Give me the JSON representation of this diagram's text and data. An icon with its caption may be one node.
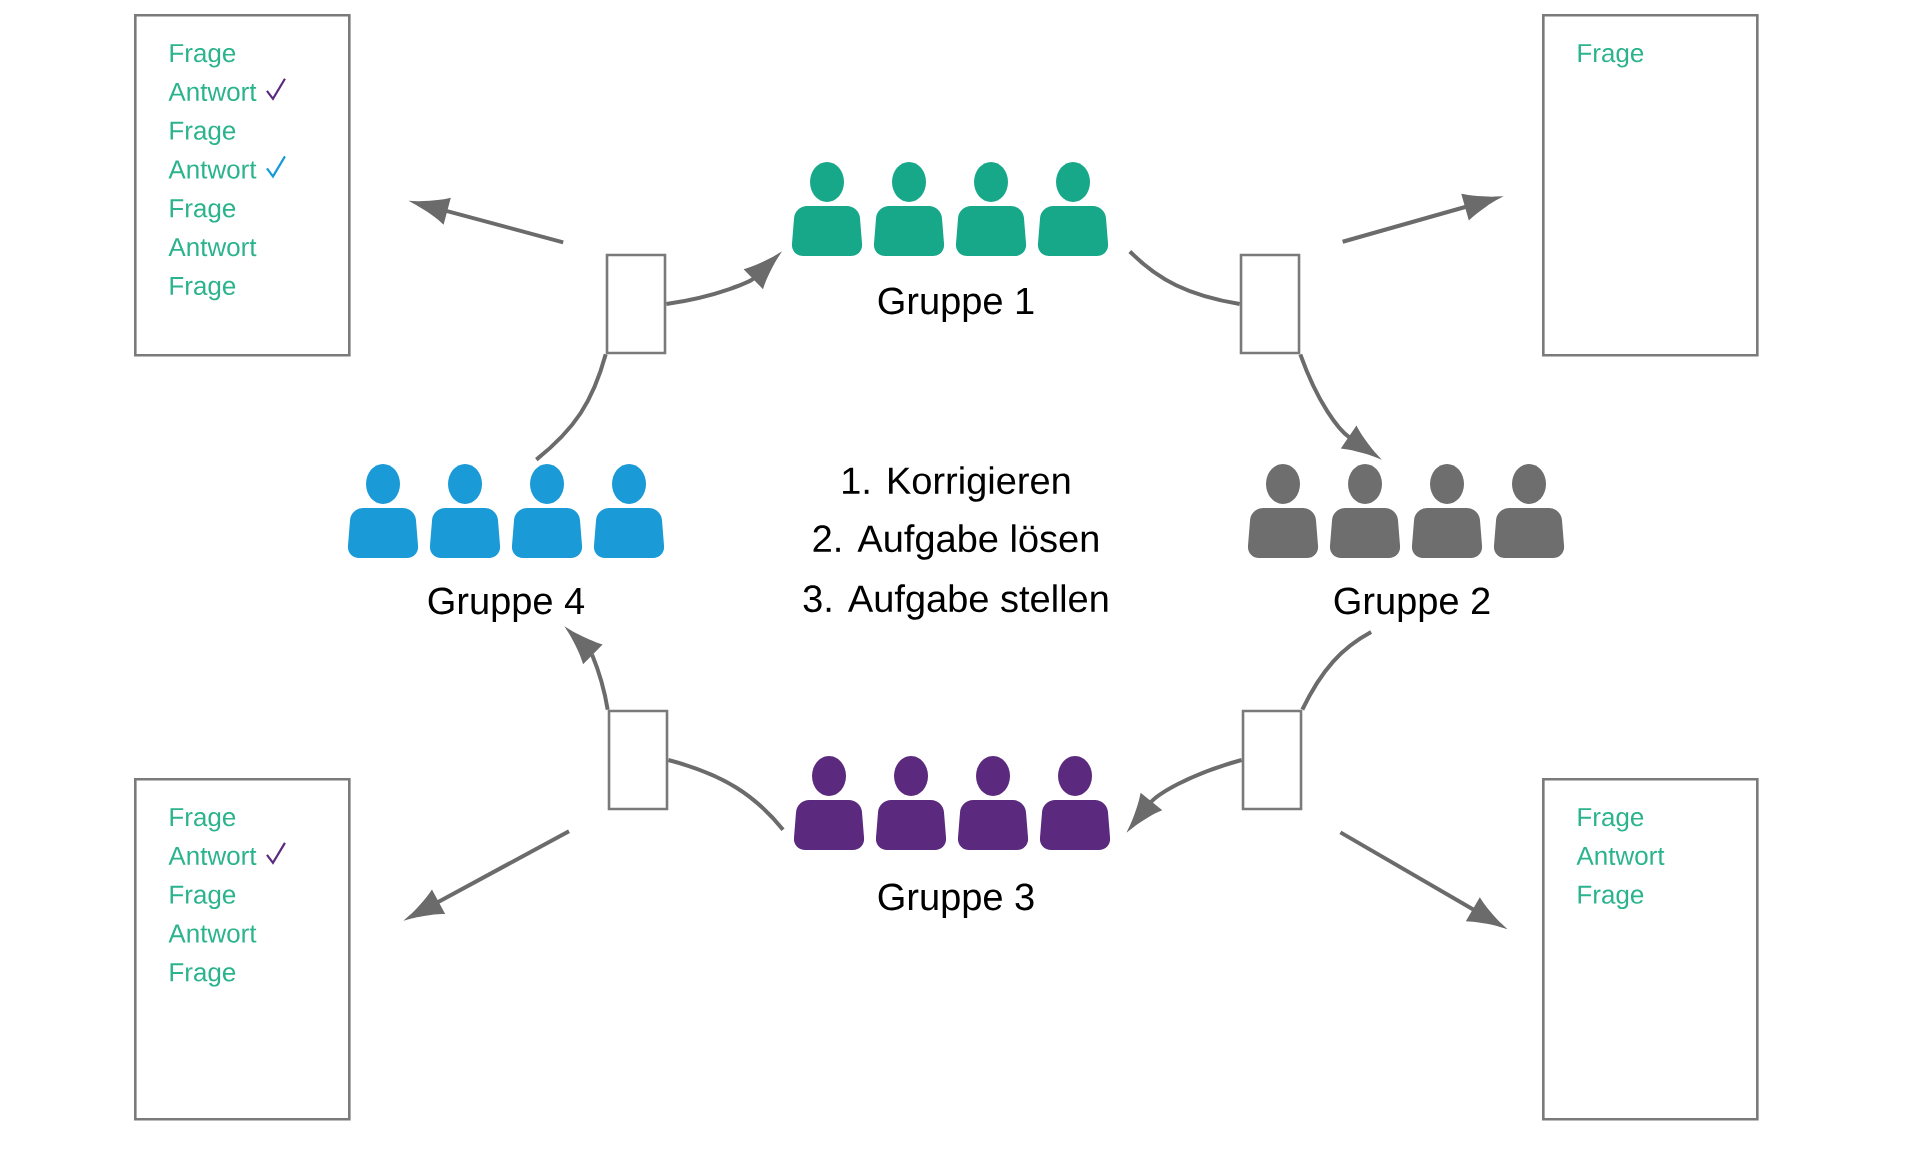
{
  "diagram": {
    "nodes": [
      {
        "text": [
          "Frage",
          "Antwort",
          "Frage",
          "Antwort",
          "Frage",
          "Antwort",
          "Frage"
        ]
      },
      {
        "text": [],
        "shape": "box"
      },
      {
        "text": [
          "Gruppe 1"
        ]
      },
      {
        "text": [],
        "shape": "box"
      },
      {
        "text": [
          "Frage"
        ]
      },
      {
        "text": [
          "Gruppe 4"
        ]
      },
      {
        "text": [
          "Gruppe 2"
        ]
      },
      {
        "text": [
          "Frage",
          "Antwort",
          "Frage",
          "Antwort",
          "Frage"
        ]
      },
      {
        "text": [],
        "shape": "box"
      },
      {
        "text": [
          "Gruppe 3"
        ]
      },
      {
        "text": [],
        "shape": "box"
      },
      {
        "text": [
          "Frage",
          "Antwort",
          "Frage"
        ]
      }
    ],
    "edges": [
      {
        "from": 5,
        "to": 1,
        "arrow": "none"
      },
      {
        "from": 1,
        "to": 2,
        "arrow": "to"
      },
      {
        "from": 1,
        "to": 0,
        "arrow": "to"
      },
      {
        "from": 2,
        "to": 3,
        "arrow": "none"
      },
      {
        "from": 3,
        "to": 6,
        "arrow": "to"
      },
      {
        "from": 3,
        "to": 4,
        "arrow": "to"
      },
      {
        "from": 6,
        "to": 10,
        "arrow": "none"
      },
      {
        "from": 10,
        "to": 9,
        "arrow": "to"
      },
      {
        "from": 10,
        "to": 11,
        "arrow": "to"
      },
      {
        "from": 9,
        "to": 8,
        "arrow": "none"
      },
      {
        "from": 8,
        "to": 5,
        "arrow": "to"
      },
      {
        "from": 8,
        "to": 7,
        "arrow": "to"
      }
    ],
    "labels": [
      "1. Korrigieren",
      "2. Aufgabe lösen",
      "3. Aufgabe stellen"
    ]
  }
}
